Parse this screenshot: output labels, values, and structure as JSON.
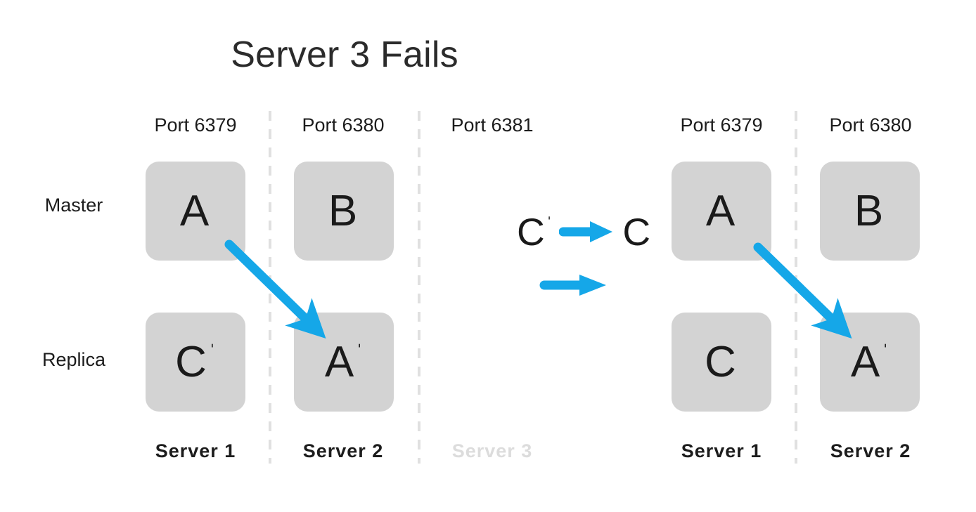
{
  "page": {
    "title": "Server 3 Fails",
    "background_color": "#ffffff",
    "accent_color": "#15a7e8",
    "node_fill": "#d3d3d3",
    "text_color": "#1a1a1a",
    "dimmed_color": "#dcdcdc"
  },
  "row_labels": {
    "master": "Master",
    "replica": "Replica"
  },
  "left_cluster": {
    "columns": [
      {
        "port": "Port 6379",
        "server": "Server 1",
        "dimmed": false,
        "master": {
          "letter": "A",
          "prime": ""
        },
        "replica": {
          "letter": "C",
          "prime": "ˈ"
        }
      },
      {
        "port": "Port 6380",
        "server": "Server 2",
        "dimmed": false,
        "master": {
          "letter": "B",
          "prime": ""
        },
        "replica": {
          "letter": "A",
          "prime": "ˈ"
        }
      },
      {
        "port": "Port 6381",
        "server": "Server 3",
        "dimmed": true,
        "master": null,
        "replica": null
      }
    ]
  },
  "right_cluster": {
    "columns": [
      {
        "port": "Port 6379",
        "server": "Server 1",
        "dimmed": false,
        "master": {
          "letter": "A",
          "prime": ""
        },
        "replica": {
          "letter": "C",
          "prime": ""
        }
      },
      {
        "port": "Port 6380",
        "server": "Server 2",
        "dimmed": false,
        "master": {
          "letter": "B",
          "prime": ""
        },
        "replica": {
          "letter": "A",
          "prime": "ˈ"
        }
      }
    ]
  },
  "transition": {
    "from_letter": "C",
    "from_prime": "ˈ",
    "arrow": "→",
    "to_letter": "C",
    "to_prime": ""
  },
  "arrows": {
    "replication_left": {
      "label": "A replicates to A-prime on Server 2"
    },
    "replication_right": {
      "label": "A replicates to A-prime on Server 2"
    },
    "promotion": {
      "label": "C-prime promoted to C"
    },
    "state_change": {
      "label": "state transition"
    }
  }
}
